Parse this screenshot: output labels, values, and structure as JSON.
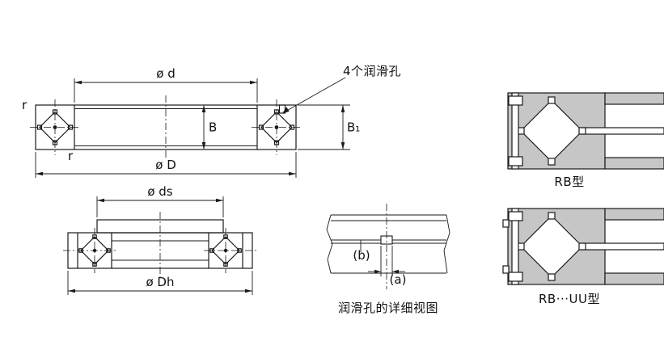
{
  "colors": {
    "background": "#ffffff",
    "line": "#1a1a1a",
    "section_fill": "#c6c6c6"
  },
  "main_view": {
    "dim_bore": "ø d",
    "dim_outer_dia": "ø D",
    "dim_width": "B",
    "dim_outer_ring_width": "B₁",
    "fillet_radius_top": "r",
    "fillet_radius_bottom": "r",
    "lube_holes_note": "4个润滑孔"
  },
  "mounting_view": {
    "dim_shaft_shoulder": "ø ds",
    "dim_housing_shoulder": "ø Dh"
  },
  "detail_view": {
    "dim_hole_dia": "(a)",
    "dim_hole_depth": "(b)",
    "caption": "润滑孔的详细视图"
  },
  "type_views": {
    "rb_label": "RB型",
    "rb_uu_label": "RB···UU型"
  }
}
